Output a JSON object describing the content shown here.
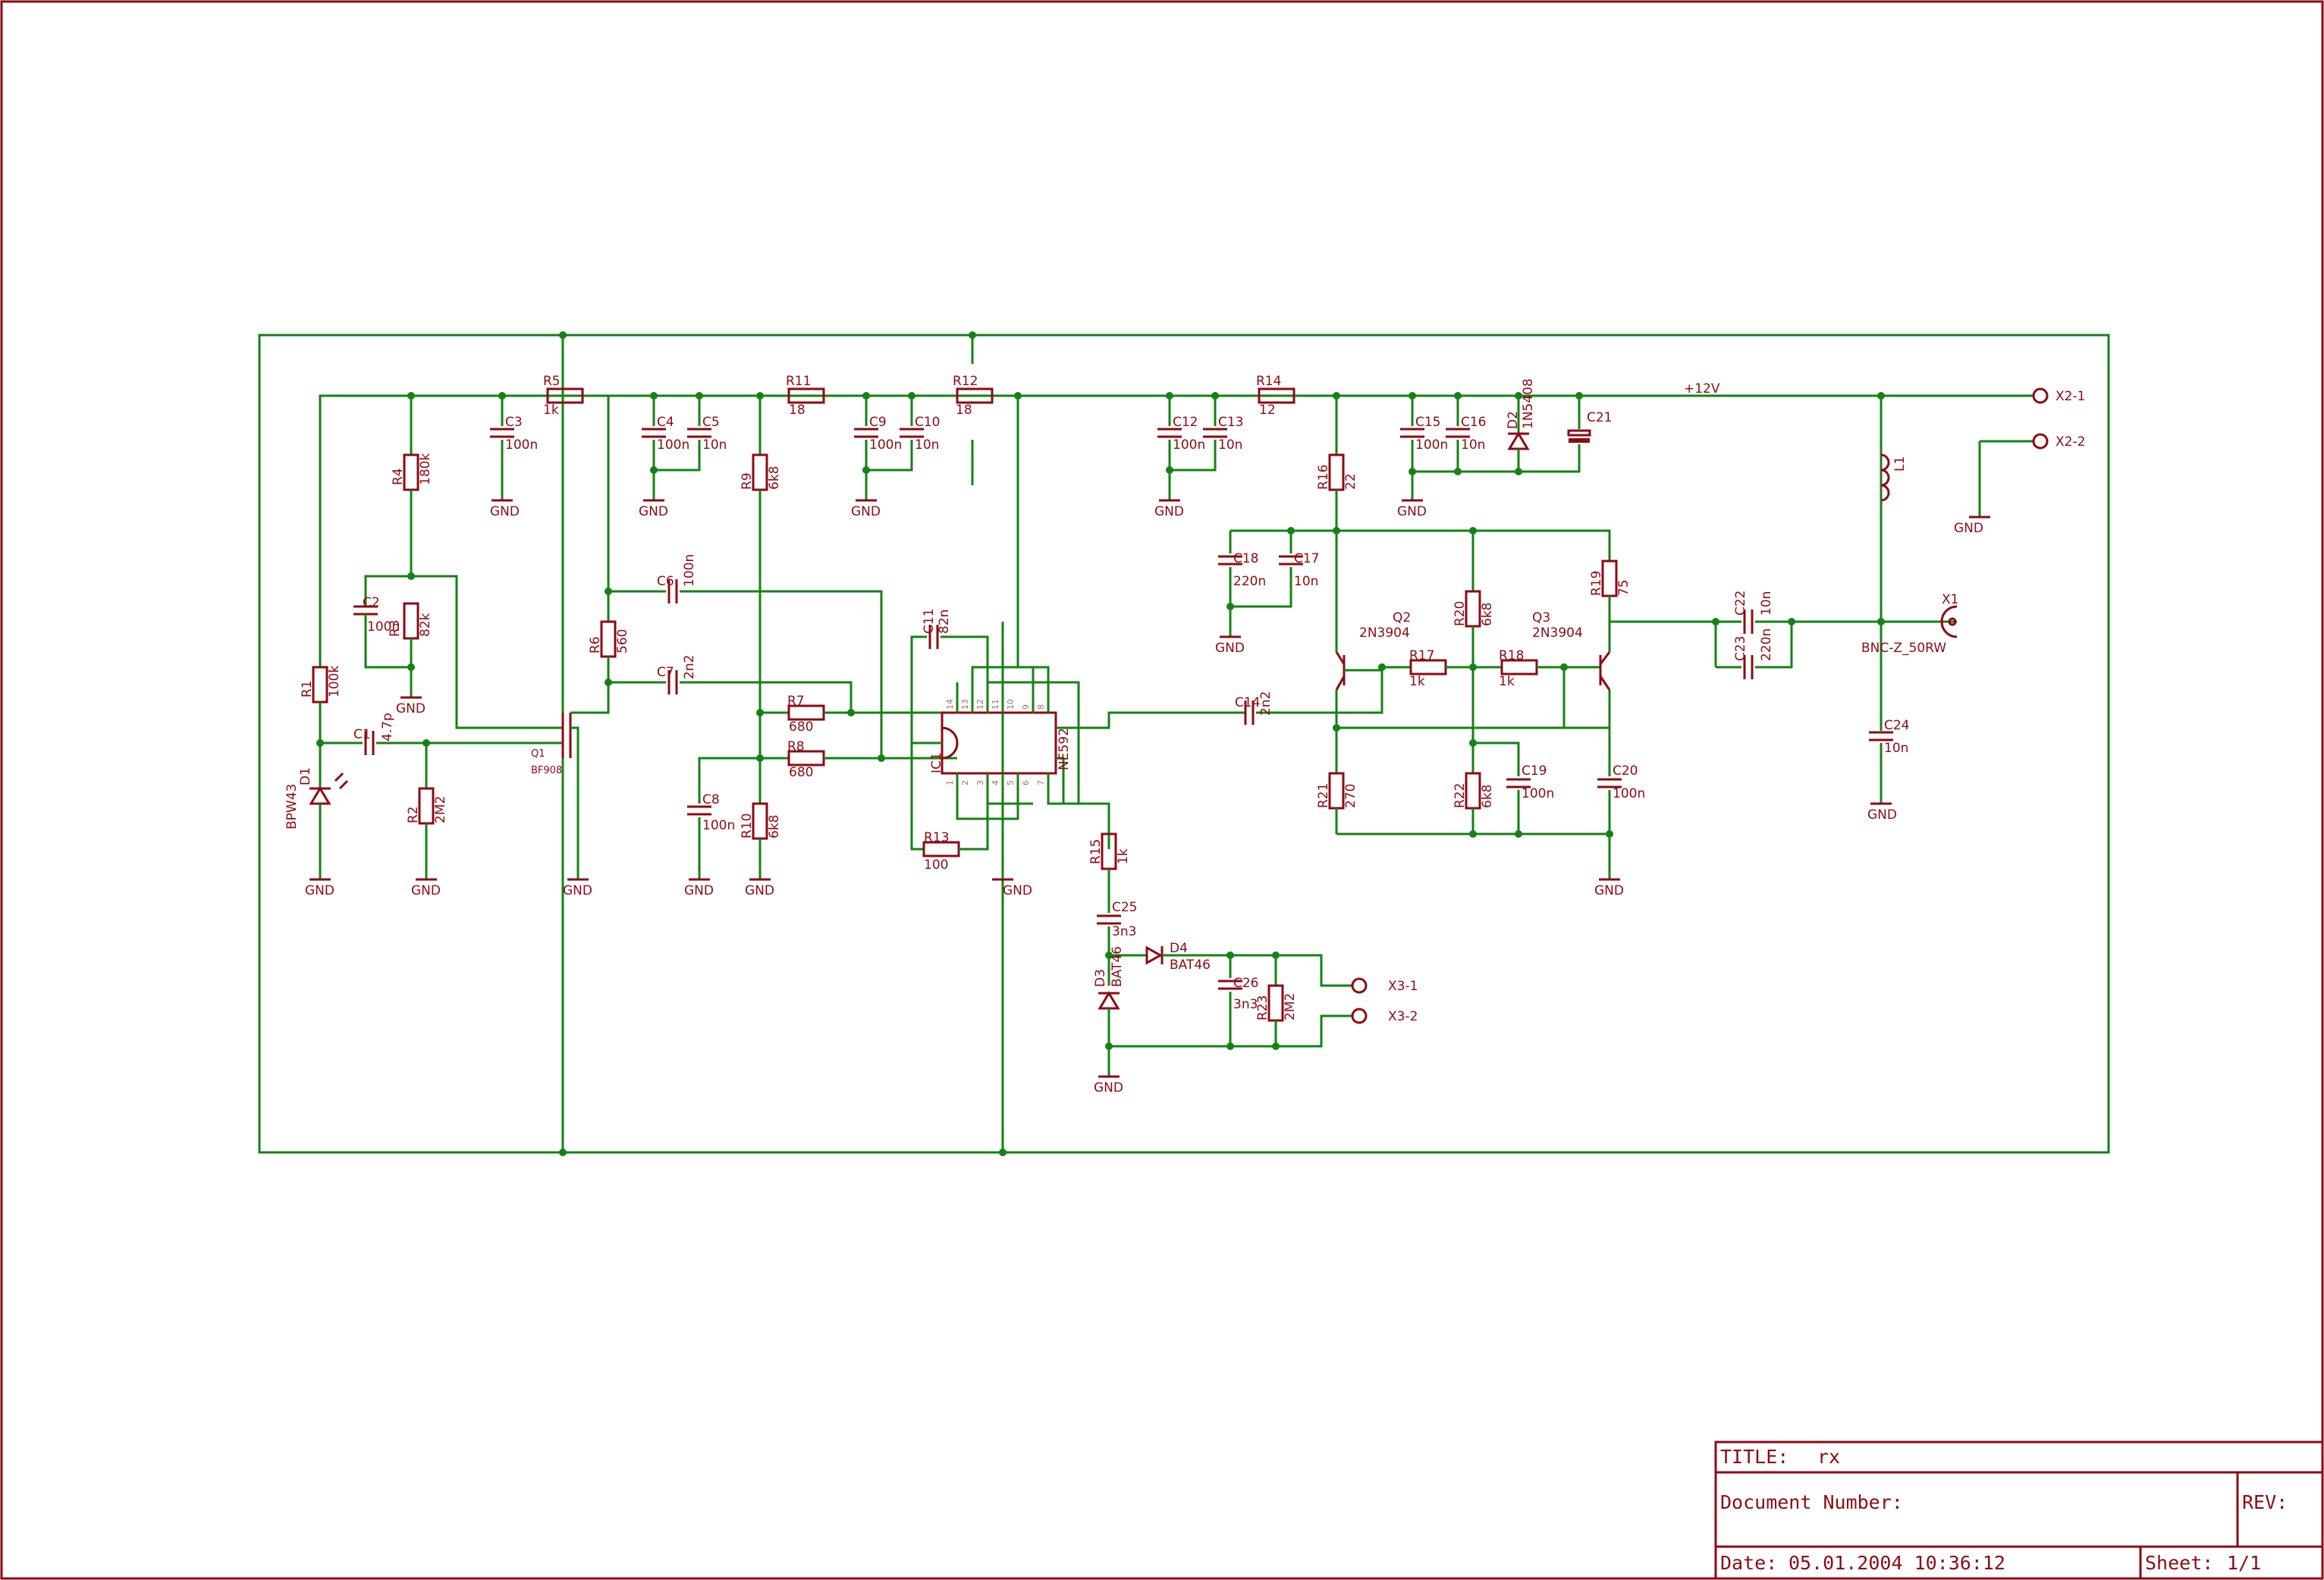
{
  "colors": {
    "wire": "#148214",
    "symbol": "#8c0a14",
    "background": "#ffffff"
  },
  "title_block": {
    "title_label": "TITLE:",
    "title_value": "rx",
    "docnum_label": "Document Number:",
    "rev_label": "REV:",
    "date_label": "Date:",
    "date_value": "05.01.2004 10:36:12",
    "sheet_label": "Sheet:",
    "sheet_value": "1/1"
  },
  "nets": {
    "supply": "+12V",
    "ground": "GND"
  },
  "ic": {
    "name": "IC1",
    "value": "NE592",
    "pins": [
      "14",
      "13",
      "12",
      "11",
      "10",
      "9",
      "8",
      "1",
      "2",
      "3",
      "4",
      "5",
      "6",
      "7"
    ]
  },
  "resistors": [
    {
      "name": "R1",
      "value": "100k"
    },
    {
      "name": "R2",
      "value": "2M2"
    },
    {
      "name": "R3",
      "value": "82k"
    },
    {
      "name": "R4",
      "value": "180k"
    },
    {
      "name": "R5",
      "value": "1k"
    },
    {
      "name": "R6",
      "value": "560"
    },
    {
      "name": "R7",
      "value": "680"
    },
    {
      "name": "R8",
      "value": "680"
    },
    {
      "name": "R9",
      "value": "6k8"
    },
    {
      "name": "R10",
      "value": "6k8"
    },
    {
      "name": "R11",
      "value": "18"
    },
    {
      "name": "R12",
      "value": "18"
    },
    {
      "name": "R13",
      "value": "100"
    },
    {
      "name": "R14",
      "value": "12"
    },
    {
      "name": "R15",
      "value": "1k"
    },
    {
      "name": "R16",
      "value": "22"
    },
    {
      "name": "R17",
      "value": "1k"
    },
    {
      "name": "R18",
      "value": "1k"
    },
    {
      "name": "R19",
      "value": "75"
    },
    {
      "name": "R20",
      "value": "6k8"
    },
    {
      "name": "R21",
      "value": "270"
    },
    {
      "name": "R22",
      "value": "6k8"
    },
    {
      "name": "R23",
      "value": "2M2"
    }
  ],
  "capacitors": [
    {
      "name": "C1",
      "value": "4.7p"
    },
    {
      "name": "C2",
      "value": "100n"
    },
    {
      "name": "C3",
      "value": "100n"
    },
    {
      "name": "C4",
      "value": "100n"
    },
    {
      "name": "C5",
      "value": "10n"
    },
    {
      "name": "C6",
      "value": "100n"
    },
    {
      "name": "C7",
      "value": "2n2"
    },
    {
      "name": "C8",
      "value": "100n"
    },
    {
      "name": "C9",
      "value": "100n"
    },
    {
      "name": "C10",
      "value": "10n"
    },
    {
      "name": "C11",
      "value": "82n"
    },
    {
      "name": "C12",
      "value": "100n"
    },
    {
      "name": "C13",
      "value": "10n"
    },
    {
      "name": "C14",
      "value": "2n2"
    },
    {
      "name": "C15",
      "value": "100n"
    },
    {
      "name": "C16",
      "value": "10n"
    },
    {
      "name": "C17",
      "value": "10n"
    },
    {
      "name": "C18",
      "value": "220n"
    },
    {
      "name": "C19",
      "value": "100n"
    },
    {
      "name": "C20",
      "value": "100n"
    },
    {
      "name": "C21",
      "value": ""
    },
    {
      "name": "C22",
      "value": "10n"
    },
    {
      "name": "C23",
      "value": "220n"
    },
    {
      "name": "C24",
      "value": "10n"
    },
    {
      "name": "C25",
      "value": "3n3"
    },
    {
      "name": "C26",
      "value": "3n3"
    }
  ],
  "diodes": [
    {
      "name": "D1",
      "value": "BPW43"
    },
    {
      "name": "D2",
      "value": "1N5408"
    },
    {
      "name": "D3",
      "value": "BAT46"
    },
    {
      "name": "D4",
      "value": "BAT46"
    }
  ],
  "transistors": [
    {
      "name": "Q1",
      "value": "BF908"
    },
    {
      "name": "Q2",
      "value": "2N3904"
    },
    {
      "name": "Q3",
      "value": "2N3904"
    }
  ],
  "inductors": [
    {
      "name": "L1",
      "value": ""
    }
  ],
  "connectors": [
    {
      "name": "X1",
      "value": "BNC-Z_50RW"
    },
    {
      "name": "X2-1"
    },
    {
      "name": "X2-2"
    },
    {
      "name": "X3-1"
    },
    {
      "name": "X3-2"
    }
  ]
}
